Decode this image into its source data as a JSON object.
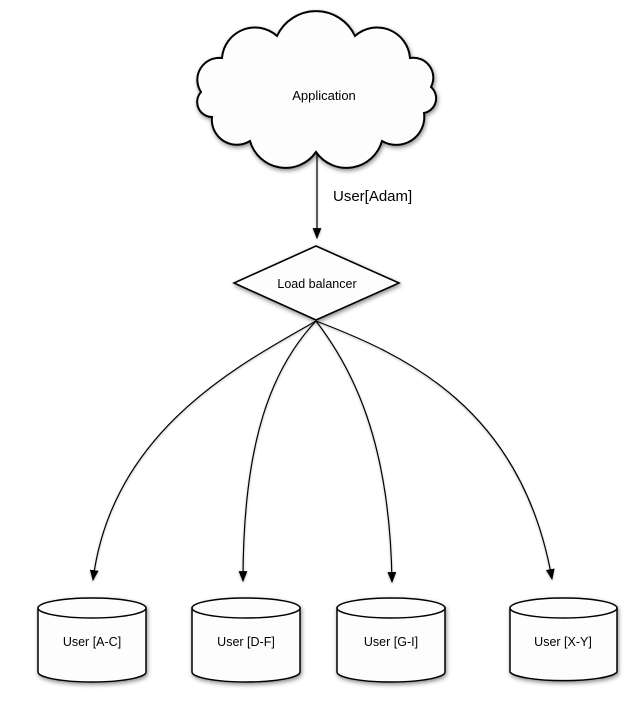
{
  "diagram": {
    "title": "sharded-database-load-balancing-diagram",
    "colors": {
      "background": "#ffffff",
      "shape_fill": "#fdfdfd",
      "stroke": "#000000"
    },
    "nodes": [
      {
        "id": "application",
        "type": "cloud",
        "label": "Application"
      },
      {
        "id": "load-balancer",
        "type": "diamond",
        "label": "Load balancer"
      },
      {
        "id": "db-user-a-c",
        "type": "cylinder",
        "label": "User [A-C]"
      },
      {
        "id": "db-user-d-f",
        "type": "cylinder",
        "label": "User [D-F]"
      },
      {
        "id": "db-user-g-i",
        "type": "cylinder",
        "label": "User [G-I]"
      },
      {
        "id": "db-user-x-y",
        "type": "cylinder",
        "label": "User [X-Y]"
      }
    ],
    "edges": [
      {
        "from": "application",
        "to": "load-balancer",
        "label": "User[Adam]"
      },
      {
        "from": "load-balancer",
        "to": "db-user-a-c",
        "label": ""
      },
      {
        "from": "load-balancer",
        "to": "db-user-d-f",
        "label": ""
      },
      {
        "from": "load-balancer",
        "to": "db-user-g-i",
        "label": ""
      },
      {
        "from": "load-balancer",
        "to": "db-user-x-y",
        "label": ""
      }
    ]
  }
}
